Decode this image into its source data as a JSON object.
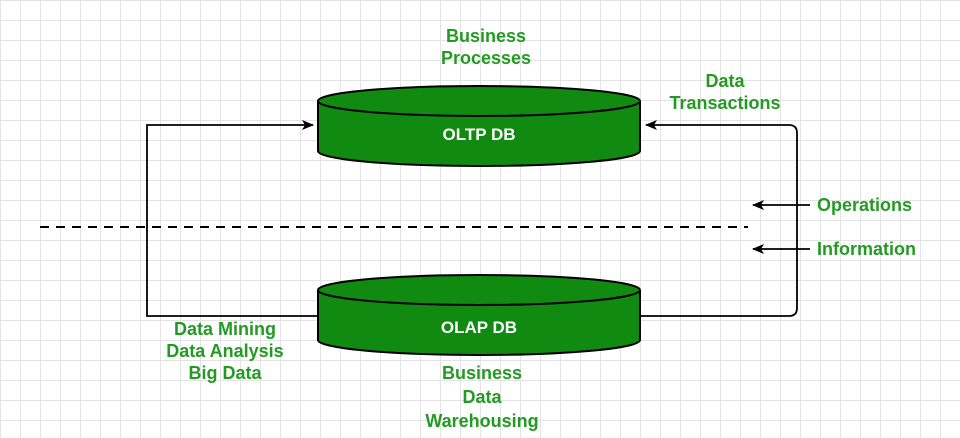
{
  "diagram": {
    "oltp": {
      "label": "OLTP DB",
      "top_labels": [
        "Business",
        "Processes"
      ],
      "right_labels": [
        "Data",
        "Transactions"
      ]
    },
    "olap": {
      "label": "OLAP DB",
      "bottom_labels": [
        "Business",
        "Data",
        "Warehousing"
      ],
      "left_labels": [
        "Data Mining",
        "Data Analysis",
        "Big Data"
      ]
    },
    "side_labels": {
      "operations": "Operations",
      "information": "Information"
    },
    "colors": {
      "db_fill": "#108a10",
      "db_stroke": "#000000",
      "label_text": "#239b23",
      "connector": "#000000"
    }
  }
}
